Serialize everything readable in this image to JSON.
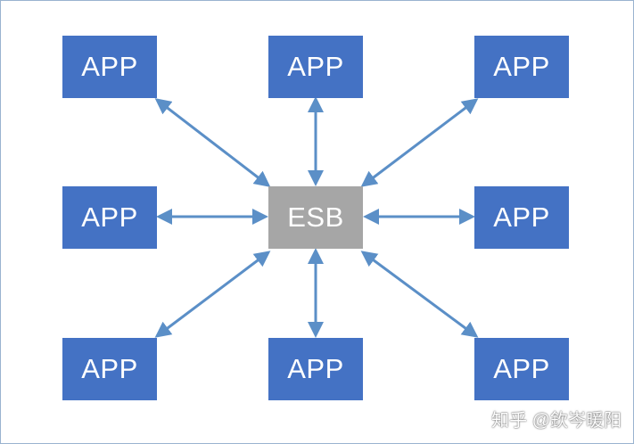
{
  "diagram": {
    "center": {
      "label": "ESB"
    },
    "apps": [
      {
        "id": "top-left",
        "label": "APP"
      },
      {
        "id": "top-center",
        "label": "APP"
      },
      {
        "id": "top-right",
        "label": "APP"
      },
      {
        "id": "middle-left",
        "label": "APP"
      },
      {
        "id": "middle-right",
        "label": "APP"
      },
      {
        "id": "bottom-left",
        "label": "APP"
      },
      {
        "id": "bottom-center",
        "label": "APP"
      },
      {
        "id": "bottom-right",
        "label": "APP"
      }
    ],
    "connections": "bidirectional"
  },
  "colors": {
    "app_fill": "#4472c4",
    "esb_fill": "#a6a6a6",
    "arrow": "#5b8fc7",
    "label": "#ffffff",
    "border": "#9ab3d0"
  },
  "watermark": {
    "text": "知乎 @欽岑暖阳"
  }
}
